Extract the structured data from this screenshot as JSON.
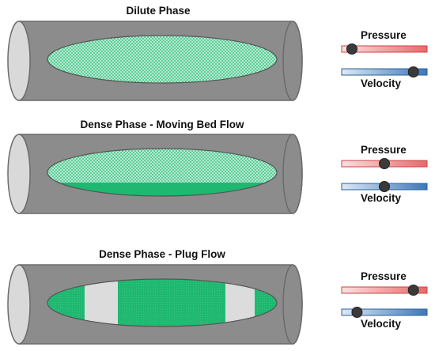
{
  "panels": [
    {
      "title": "Dilute Phase",
      "pressure_label": "Pressure",
      "velocity_label": "Velocity",
      "pressure_level": 0.12,
      "velocity_level": 0.84
    },
    {
      "title": "Dense Phase - Moving Bed Flow",
      "pressure_label": "Pressure",
      "velocity_label": "Velocity",
      "pressure_level": 0.5,
      "velocity_level": 0.5
    },
    {
      "title": "Dense Phase - Plug Flow",
      "pressure_label": "Pressure",
      "velocity_label": "Velocity",
      "pressure_level": 0.84,
      "velocity_level": 0.18
    }
  ],
  "colors": {
    "pipe": "#8c8c8c",
    "pipe_edge": "#6b6b6b",
    "pipe_end": "#d9d9d9",
    "flow_green": "#1fb870",
    "flow_light": "#a6e6c8",
    "gas_gap": "#dcdcdc",
    "pressure_bar": "#e8696a",
    "velocity_bar": "#3c78b8",
    "knob": "#3a3a3a"
  }
}
